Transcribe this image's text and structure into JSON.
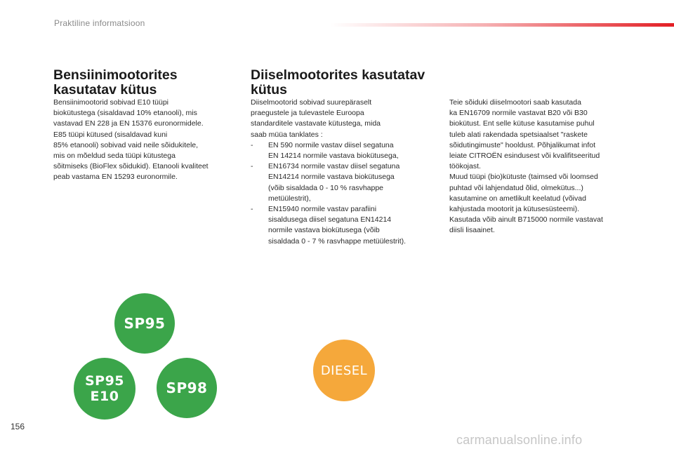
{
  "header": {
    "title": "Praktiline informatsioon",
    "accent_color": "#e31e24"
  },
  "left": {
    "heading_lines": [
      "Bensiinimootorites",
      "kasutatav kütus"
    ],
    "paragraph_lines": [
      "Bensiinimootorid sobivad E10 tüüpi",
      "biokütustega (sisaldavad 10% etanooli), mis",
      "vastavad EN 228 ja EN 15376 euronormidele.",
      "E85 tüüpi kütused (sisaldavad kuni",
      "85% etanooli) sobivad vaid neile sõidukitele,",
      "mis on mõeldud seda tüüpi kütustega",
      "sõitmiseks (BioFlex sõidukid). Etanooli kvaliteet",
      "peab vastama EN 15293 euronormile."
    ]
  },
  "middle": {
    "heading_lines": [
      "Diiselmootorites kasutatav",
      "kütus"
    ],
    "intro_lines": [
      "Diiselmootorid sobivad suurepäraselt",
      "praegustele ja tulevastele Euroopa",
      "standarditele vastavate kütustega, mida",
      "saab müüa tanklates :"
    ],
    "bullets": [
      {
        "dash": "-",
        "lines": [
          "EN 590 normile vastav diisel segatuna",
          "EN 14214 normile vastava biokütusega,"
        ]
      },
      {
        "dash": "-",
        "lines": [
          "EN16734 normile vastav diisel segatuna",
          "EN14214 normile vastava biokütusega",
          "(võib sisaldada 0 - 10 % rasvhappe",
          "metüülestrit),"
        ]
      },
      {
        "dash": "-",
        "lines": [
          "EN15940 normile vastav parafiini",
          "sisaldusega diisel segatuna EN14214",
          "normile vastava biokütusega (võib",
          "sisaldada 0 - 7 % rasvhappe metüülestrit)."
        ]
      }
    ]
  },
  "right": {
    "paragraph_lines": [
      "Teie sõiduki diiselmootori saab kasutada",
      "ka EN16709 normile vastavat B20 või B30",
      "biokütust. Ent selle kütuse kasutamise puhul",
      "tuleb alati rakendada spetsiaalset \"raskete",
      "sõidutingimuste\" hooldust. Põhjalikumat infot",
      "leiate CITROËN esindusest või kvalifitseeritud",
      "töökojast.",
      "Muud tüüpi (bio)kütuste (taimsed või loomsed",
      "puhtad või lahjendatud õlid, olmekütus...)",
      "kasutamine on ametlikult keelatud (võivad",
      "kahjustada mootorit ja kütusesüsteemi).",
      "Kasutada võib ainult B715000 normile vastavat",
      "diisli lisaainet."
    ]
  },
  "badges": {
    "sp95": "SP95",
    "sp95e10_line1": "SP95",
    "sp95e10_line2": "E10",
    "sp98": "SP98",
    "diesel": "DIESEL",
    "green_color": "#3ba54a",
    "orange_color": "#f5a83b"
  },
  "footer": {
    "page_number": "156",
    "watermark": "carmanualsonline.info"
  }
}
